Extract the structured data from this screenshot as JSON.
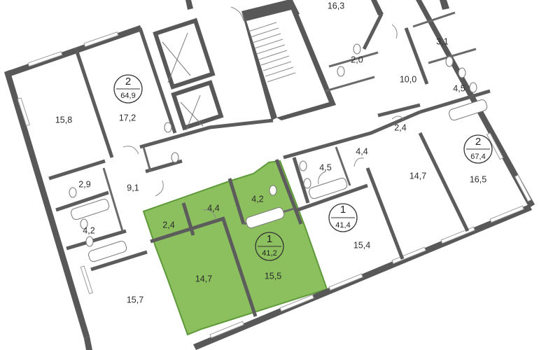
{
  "highlight_color": "#8cbf5e",
  "highlight_stroke": "#5f9a3a",
  "wall_color": "#585858",
  "selected_apartment": {
    "rooms": "1",
    "area": "41,2"
  },
  "apartments": [
    {
      "id": "apt-left-top",
      "rooms": "2",
      "area": "64,9"
    },
    {
      "id": "apt-right",
      "rooms": "2",
      "area": "67,4"
    },
    {
      "id": "apt-mid",
      "rooms": "1",
      "area": "41,4"
    },
    {
      "id": "apt-selected",
      "rooms": "1",
      "area": "41,2"
    }
  ],
  "room_labels": [
    "16,3",
    "3,1",
    "2,0",
    "10,0",
    "4,5",
    "15,8",
    "17,2",
    "2,4",
    "2,9",
    "9,1",
    "4,4",
    "4,5",
    "14,7",
    "16,5",
    "4,2",
    "15,4",
    "2,4",
    "4,4",
    "4,2",
    "14,7",
    "15,5",
    "15,7"
  ]
}
